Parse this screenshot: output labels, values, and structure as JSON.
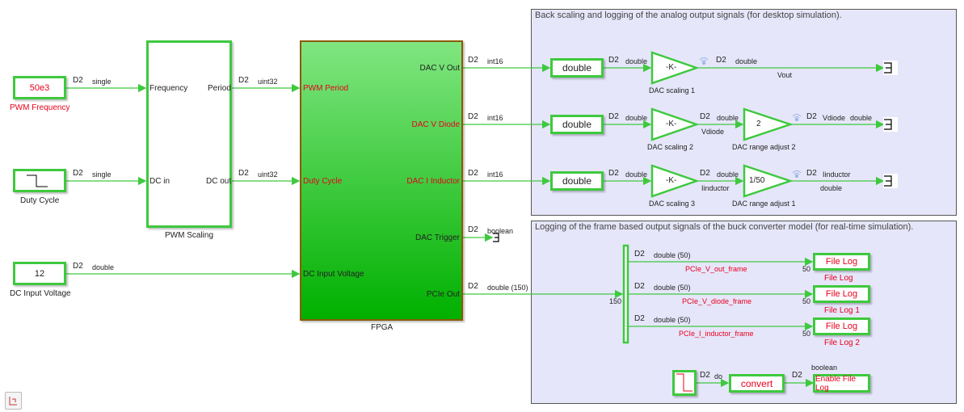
{
  "colors": {
    "line": "#3ec93e",
    "area_bg": "#e6e6fa",
    "red_text": "#e8001c",
    "fpga_top": "#80e680",
    "fpga_bottom": "#00b000"
  },
  "areas": {
    "analog": "Back scaling and logging of the analog output signals (for desktop simulation).",
    "frame": "Logging of the frame based output signals of the buck converter model (for real-time simulation)."
  },
  "blocks": {
    "pwm_frequency": {
      "value": "50e3",
      "label": "PWM Frequency"
    },
    "duty_cycle": {
      "label": "Duty Cycle",
      "icon": "step-icon"
    },
    "dc_input_voltage": {
      "value": "12",
      "label": "DC Input Voltage"
    },
    "pwm_scaling": {
      "label": "PWM Scaling",
      "inputs": [
        "Frequency",
        "DC in"
      ],
      "outputs": [
        "Period",
        "DC out"
      ]
    },
    "fpga": {
      "label": "FPGA",
      "inputs": [
        "PWM Period",
        "Duty Cycle",
        "DC Input Voltage"
      ],
      "outputs": [
        "DAC V Out",
        "DAC V Diode",
        "DAC I Inductor",
        "DAC Trigger",
        "PCIe Out"
      ]
    },
    "convert_blocks": [
      "double",
      "double",
      "double"
    ],
    "gains": [
      {
        "value": "-K-",
        "label": "DAC scaling 1"
      },
      {
        "value": "-K-",
        "label": "DAC  scaling 2"
      },
      {
        "value": "-K-",
        "label": "DAC scaling 3"
      }
    ],
    "range_adjust": [
      {
        "value": "2",
        "label": "DAC range adjust 2"
      },
      {
        "value": "1/50",
        "label": "DAC range adjust 1"
      }
    ],
    "file_logs": [
      {
        "text": "File Log",
        "label": "File Log"
      },
      {
        "text": "File Log",
        "label": "File Log 1"
      },
      {
        "text": "File Log",
        "label": "File Log 2"
      }
    ],
    "convert": {
      "text": "convert"
    },
    "enable_file_log": {
      "text": "Enable File Log"
    }
  },
  "signals": {
    "rate": "D2",
    "single": "single",
    "uint32": "uint32",
    "double": "double",
    "int16": "int16",
    "boolean": "boolean",
    "double150": "double (150)",
    "double50": "double (50)",
    "do": "do",
    "vout": "Vout",
    "vdiode": "Vdiode",
    "iinductor": "Iinductor",
    "frames": [
      "PCIe_V_out_frame",
      "PCIe_V_diode_frame",
      "PCIe_I_inductor_frame"
    ],
    "width150": "150",
    "width50": "50"
  }
}
